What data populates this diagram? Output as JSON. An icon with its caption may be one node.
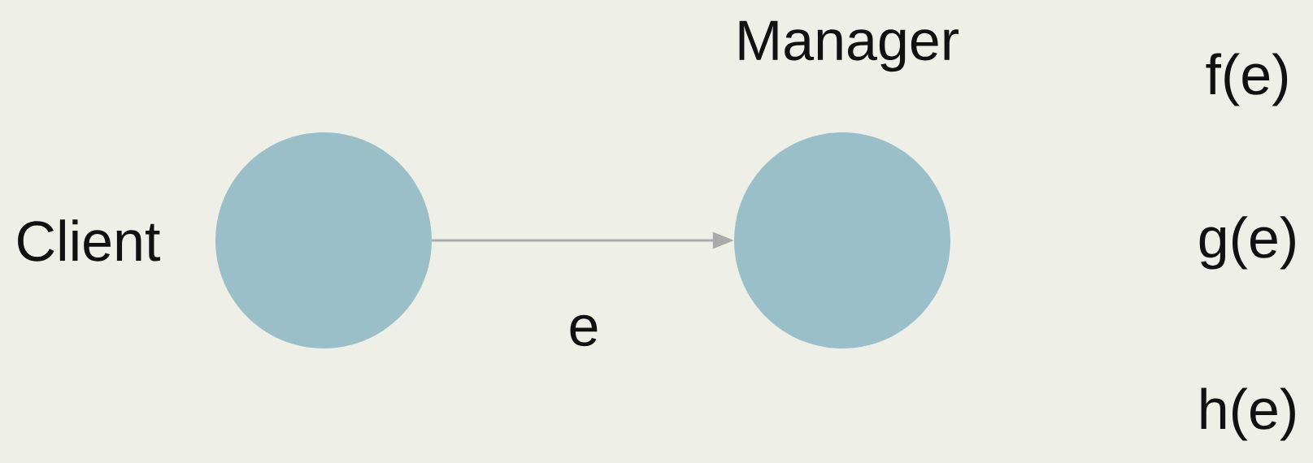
{
  "diagram": {
    "nodes": [
      {
        "text": [
          "Client"
        ]
      },
      {
        "text": [
          "Manager"
        ]
      }
    ],
    "edges": [
      {
        "from": 0,
        "to": 1,
        "arrow": "to",
        "label": "e"
      }
    ],
    "labels": [
      "f(e)",
      "g(e)",
      "h(e)"
    ]
  }
}
